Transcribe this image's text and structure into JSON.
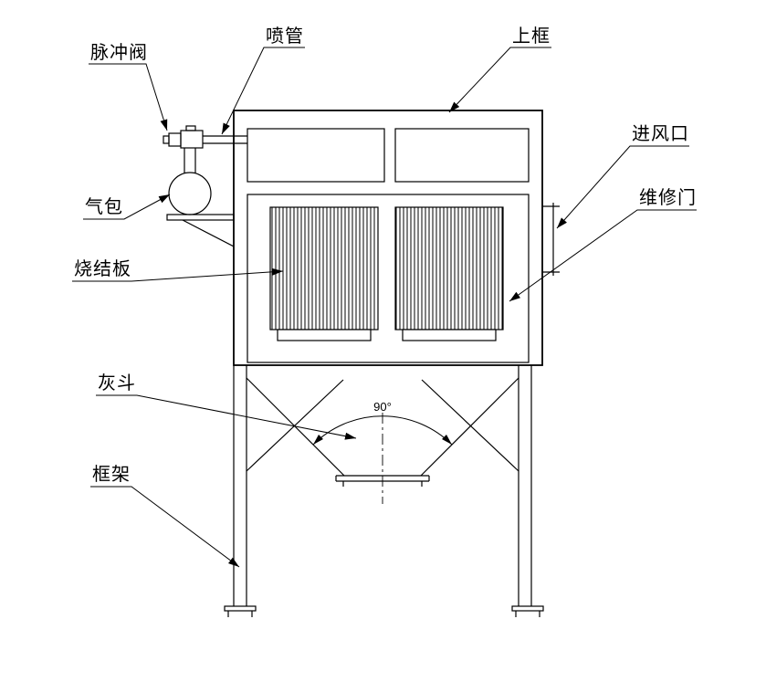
{
  "diagram": {
    "type": "technical-drawing",
    "subject": "sintered-plate-dust-collector",
    "labels": {
      "pulse_valve": "脉冲阀",
      "blow_pipe": "喷管",
      "upper_frame": "上框",
      "air_inlet": "进风口",
      "maintenance_door": "维修门",
      "air_tank": "气包",
      "sintered_plate": "烧结板",
      "ash_hopper": "灰斗",
      "frame": "框架",
      "hopper_angle": "90°"
    },
    "colors": {
      "line": "#000000",
      "background": "#ffffff"
    }
  }
}
